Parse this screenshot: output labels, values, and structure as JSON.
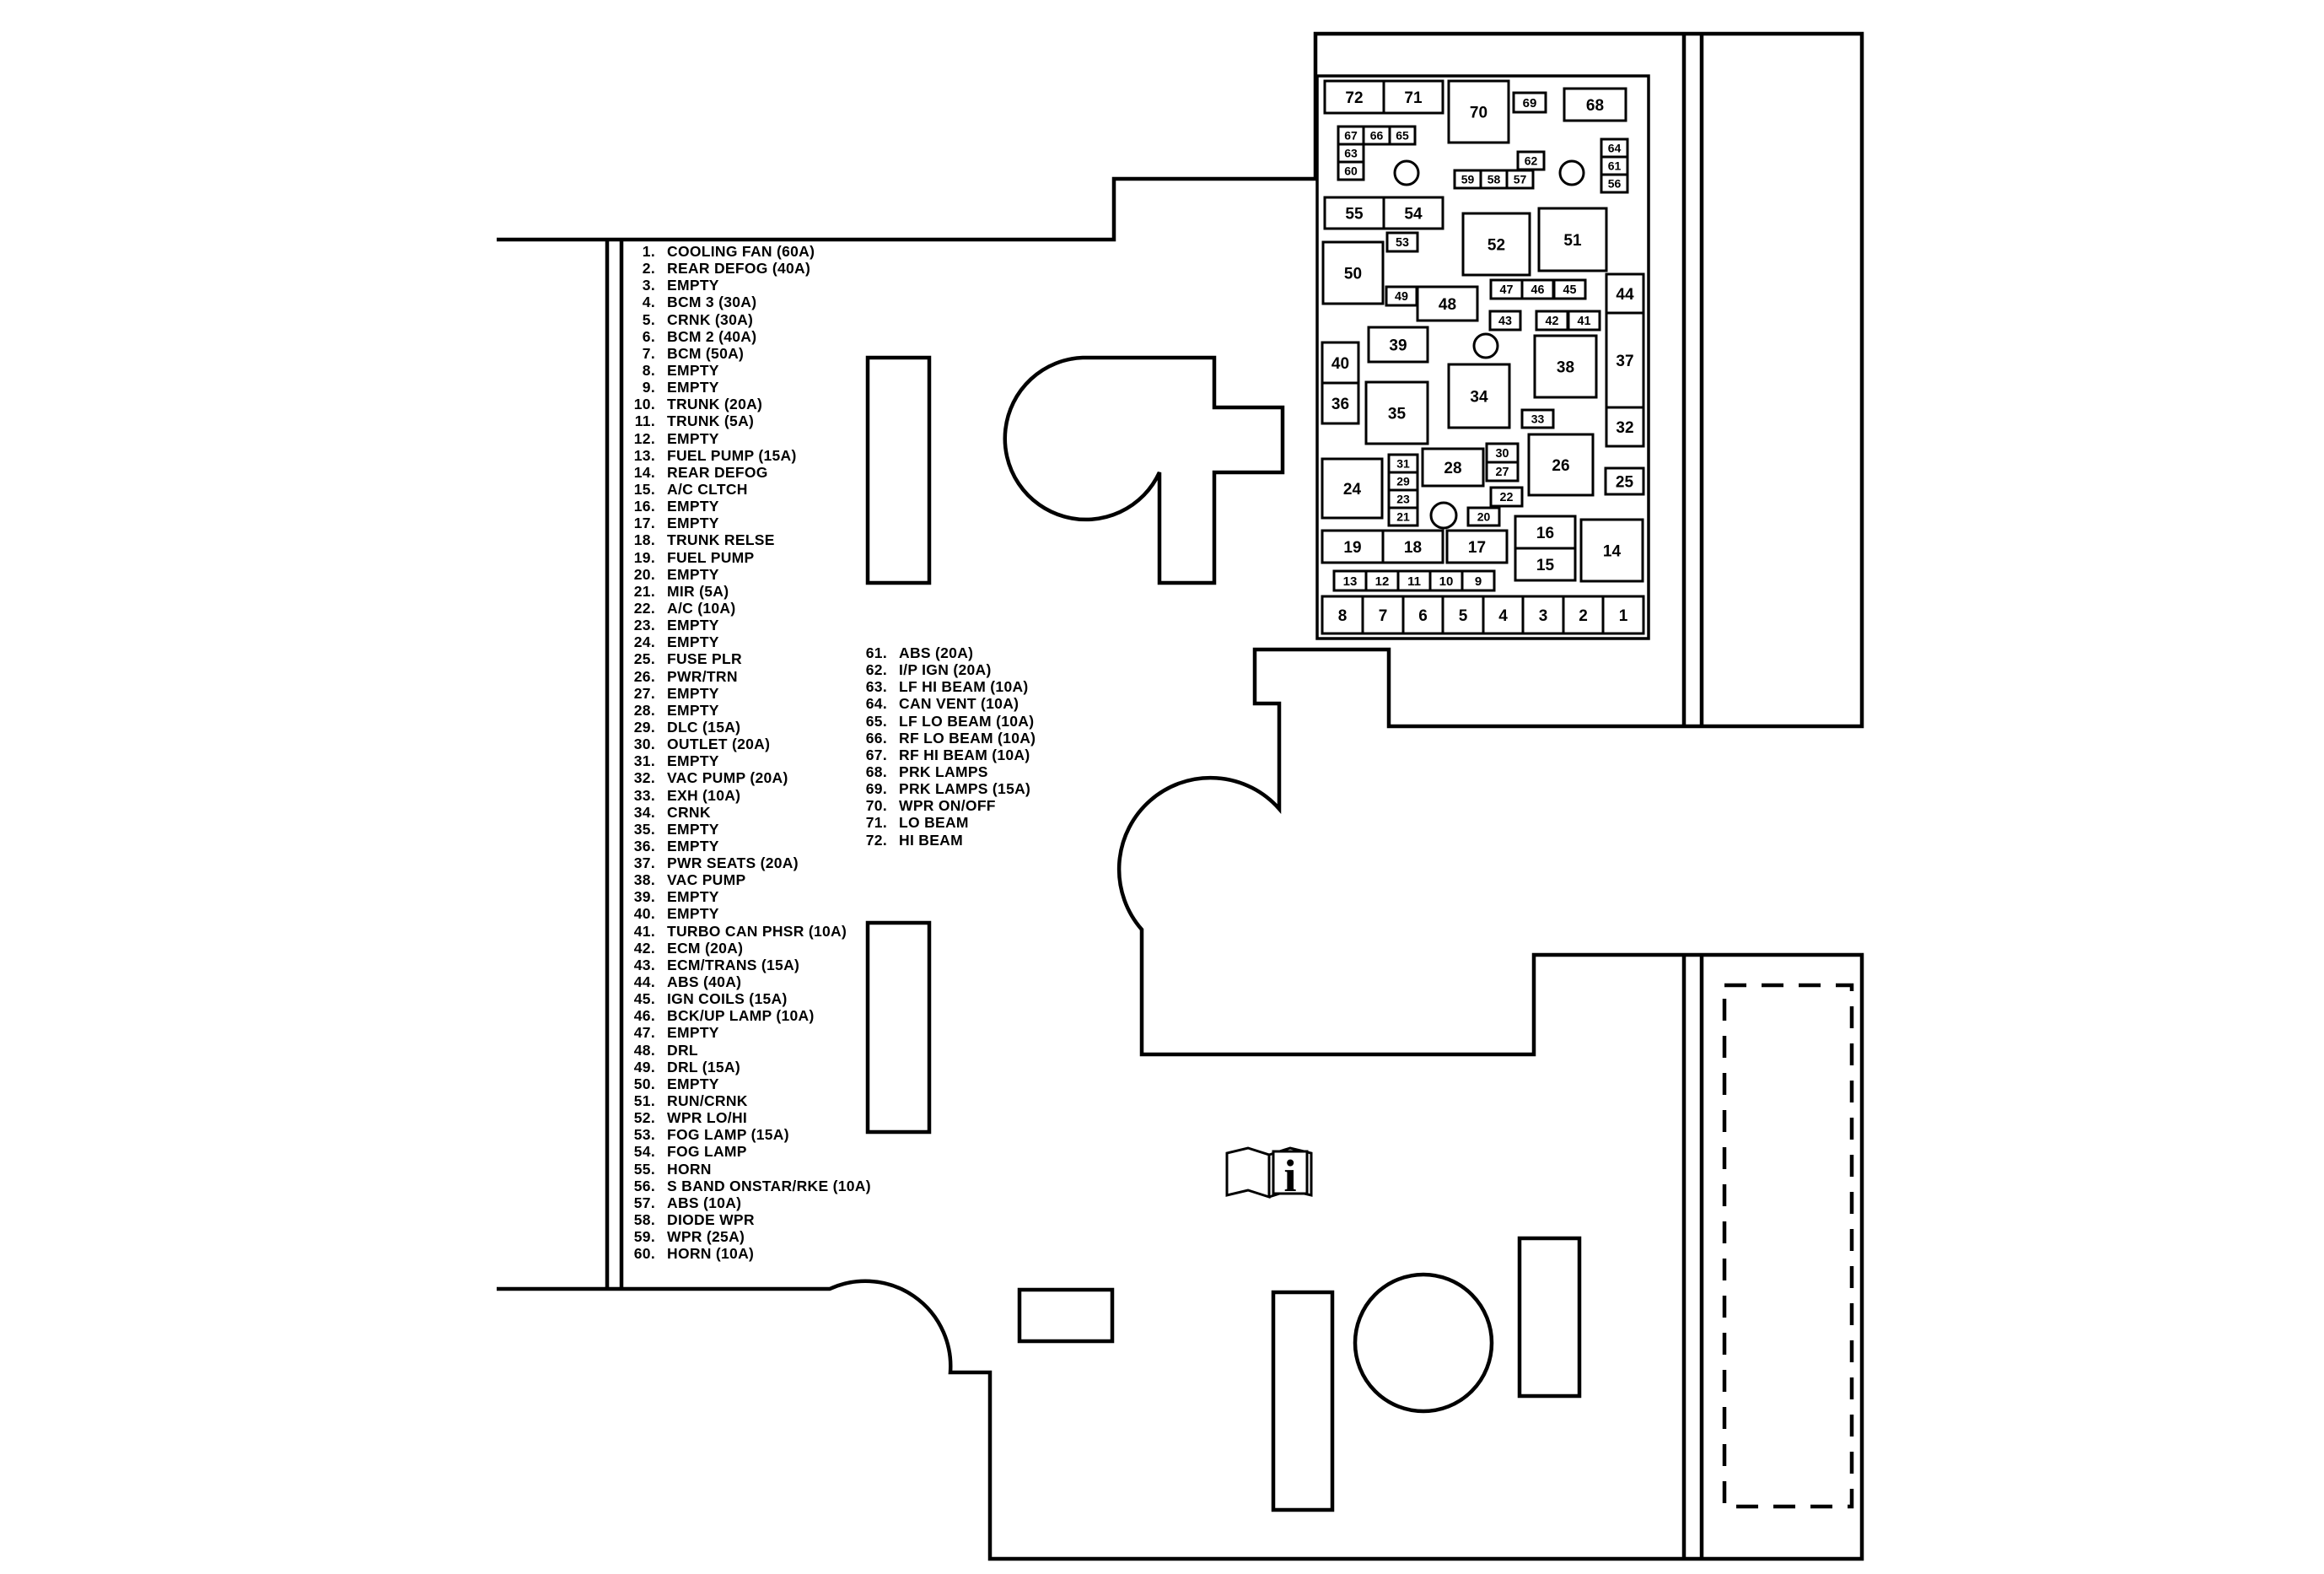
{
  "legend_left": [
    {
      "num": "1.",
      "label": "COOLING FAN (60A)"
    },
    {
      "num": "2.",
      "label": "REAR DEFOG  (40A)"
    },
    {
      "num": "3.",
      "label": "EMPTY"
    },
    {
      "num": "4.",
      "label": "BCM 3  (30A)"
    },
    {
      "num": "5.",
      "label": "CRNK (30A)"
    },
    {
      "num": "6.",
      "label": "BCM  2  (40A)"
    },
    {
      "num": "7.",
      "label": "BCM  (50A)"
    },
    {
      "num": "8.",
      "label": "EMPTY"
    },
    {
      "num": "9.",
      "label": "EMPTY"
    },
    {
      "num": "10.",
      "label": "TRUNK  (20A)"
    },
    {
      "num": "11.",
      "label": "TRUNK  (5A)"
    },
    {
      "num": "12.",
      "label": "EMPTY"
    },
    {
      "num": "13.",
      "label": "FUEL PUMP  (15A)"
    },
    {
      "num": "14.",
      "label": "REAR  DEFOG"
    },
    {
      "num": "15.",
      "label": "A/C  CLTCH"
    },
    {
      "num": "16.",
      "label": "EMPTY"
    },
    {
      "num": "17.",
      "label": "EMPTY"
    },
    {
      "num": "18.",
      "label": "TRUNK  RELSE"
    },
    {
      "num": "19.",
      "label": "FUEL  PUMP"
    },
    {
      "num": "20.",
      "label": "EMPTY"
    },
    {
      "num": "21.",
      "label": "MIR  (5A)"
    },
    {
      "num": "22.",
      "label": "A/C  (10A)"
    },
    {
      "num": "23.",
      "label": "EMPTY"
    },
    {
      "num": "24.",
      "label": "EMPTY"
    },
    {
      "num": "25.",
      "label": "FUSE  PLR"
    },
    {
      "num": "26.",
      "label": "PWR/TRN"
    },
    {
      "num": "27.",
      "label": "EMPTY"
    },
    {
      "num": "28.",
      "label": "EMPTY"
    },
    {
      "num": "29.",
      "label": "DLC  (15A)"
    },
    {
      "num": "30.",
      "label": "OUTLET (20A)"
    },
    {
      "num": "31.",
      "label": "EMPTY"
    },
    {
      "num": "32.",
      "label": "VAC PUMP (20A)"
    },
    {
      "num": "33.",
      "label": "EXH (10A)"
    },
    {
      "num": "34.",
      "label": "CRNK"
    },
    {
      "num": "35.",
      "label": "EMPTY"
    },
    {
      "num": "36.",
      "label": "EMPTY"
    },
    {
      "num": "37.",
      "label": "PWR SEATS (20A)"
    },
    {
      "num": "38.",
      "label": "VAC PUMP"
    },
    {
      "num": "39.",
      "label": "EMPTY"
    },
    {
      "num": "40.",
      "label": "EMPTY"
    },
    {
      "num": "41.",
      "label": "TURBO CAN PHSR (10A)"
    },
    {
      "num": "42.",
      "label": "ECM (20A)"
    },
    {
      "num": "43.",
      "label": "ECM/TRANS (15A)"
    },
    {
      "num": "44.",
      "label": "ABS (40A)"
    },
    {
      "num": "45.",
      "label": "IGN COILS (15A)"
    },
    {
      "num": "46.",
      "label": "BCK/UP LAMP (10A)"
    },
    {
      "num": "47.",
      "label": "EMPTY"
    },
    {
      "num": "48.",
      "label": "DRL"
    },
    {
      "num": "49.",
      "label": "DRL (15A)"
    },
    {
      "num": "50.",
      "label": "EMPTY"
    },
    {
      "num": "51.",
      "label": "RUN/CRNK"
    },
    {
      "num": "52.",
      "label": "WPR LO/HI"
    },
    {
      "num": "53.",
      "label": "FOG LAMP  (15A)"
    },
    {
      "num": "54.",
      "label": "FOG  LAMP"
    },
    {
      "num": "55.",
      "label": "HORN"
    },
    {
      "num": "56.",
      "label": "S BAND ONSTAR/RKE (10A)"
    },
    {
      "num": "57.",
      "label": "ABS  (10A)"
    },
    {
      "num": "58.",
      "label": "DIODE  WPR"
    },
    {
      "num": "59.",
      "label": "WPR  (25A)"
    },
    {
      "num": "60.",
      "label": "HORN  (10A)"
    }
  ],
  "legend_right": [
    {
      "num": "61.",
      "label": "ABS (20A)"
    },
    {
      "num": "62.",
      "label": "I/P  IGN  (20A)"
    },
    {
      "num": "63.",
      "label": "LF  HI  BEAM (10A)"
    },
    {
      "num": "64.",
      "label": "CAN  VENT  (10A)"
    },
    {
      "num": "65.",
      "label": "LF  LO  BEAM (10A)"
    },
    {
      "num": "66.",
      "label": "RF  LO  BEAM (10A)"
    },
    {
      "num": "67.",
      "label": "RF  HI  BEAM (10A)"
    },
    {
      "num": "68.",
      "label": "PRK  LAMPS"
    },
    {
      "num": "69.",
      "label": "PRK  LAMPS (15A)"
    },
    {
      "num": "70.",
      "label": "WPR ON/OFF"
    },
    {
      "num": "71.",
      "label": "LO BEAM"
    },
    {
      "num": "72.",
      "label": "HI BEAM"
    }
  ],
  "fuse_numbers": [
    "1",
    "2",
    "3",
    "4",
    "5",
    "6",
    "7",
    "8",
    "9",
    "10",
    "11",
    "12",
    "13",
    "14",
    "15",
    "16",
    "17",
    "18",
    "19",
    "20",
    "21",
    "22",
    "23",
    "24",
    "25",
    "26",
    "27",
    "28",
    "29",
    "30",
    "31",
    "32",
    "33",
    "34",
    "35",
    "36",
    "37",
    "38",
    "39",
    "40",
    "41",
    "42",
    "43",
    "44",
    "45",
    "46",
    "47",
    "48",
    "49",
    "50",
    "51",
    "52",
    "53",
    "54",
    "55",
    "56",
    "57",
    "58",
    "59",
    "60",
    "61",
    "62",
    "63",
    "64",
    "65",
    "66",
    "67",
    "68",
    "69",
    "70",
    "71",
    "72"
  ],
  "info_icon_glyph": "i",
  "colors": {
    "line": "#000000",
    "background": "#ffffff"
  }
}
